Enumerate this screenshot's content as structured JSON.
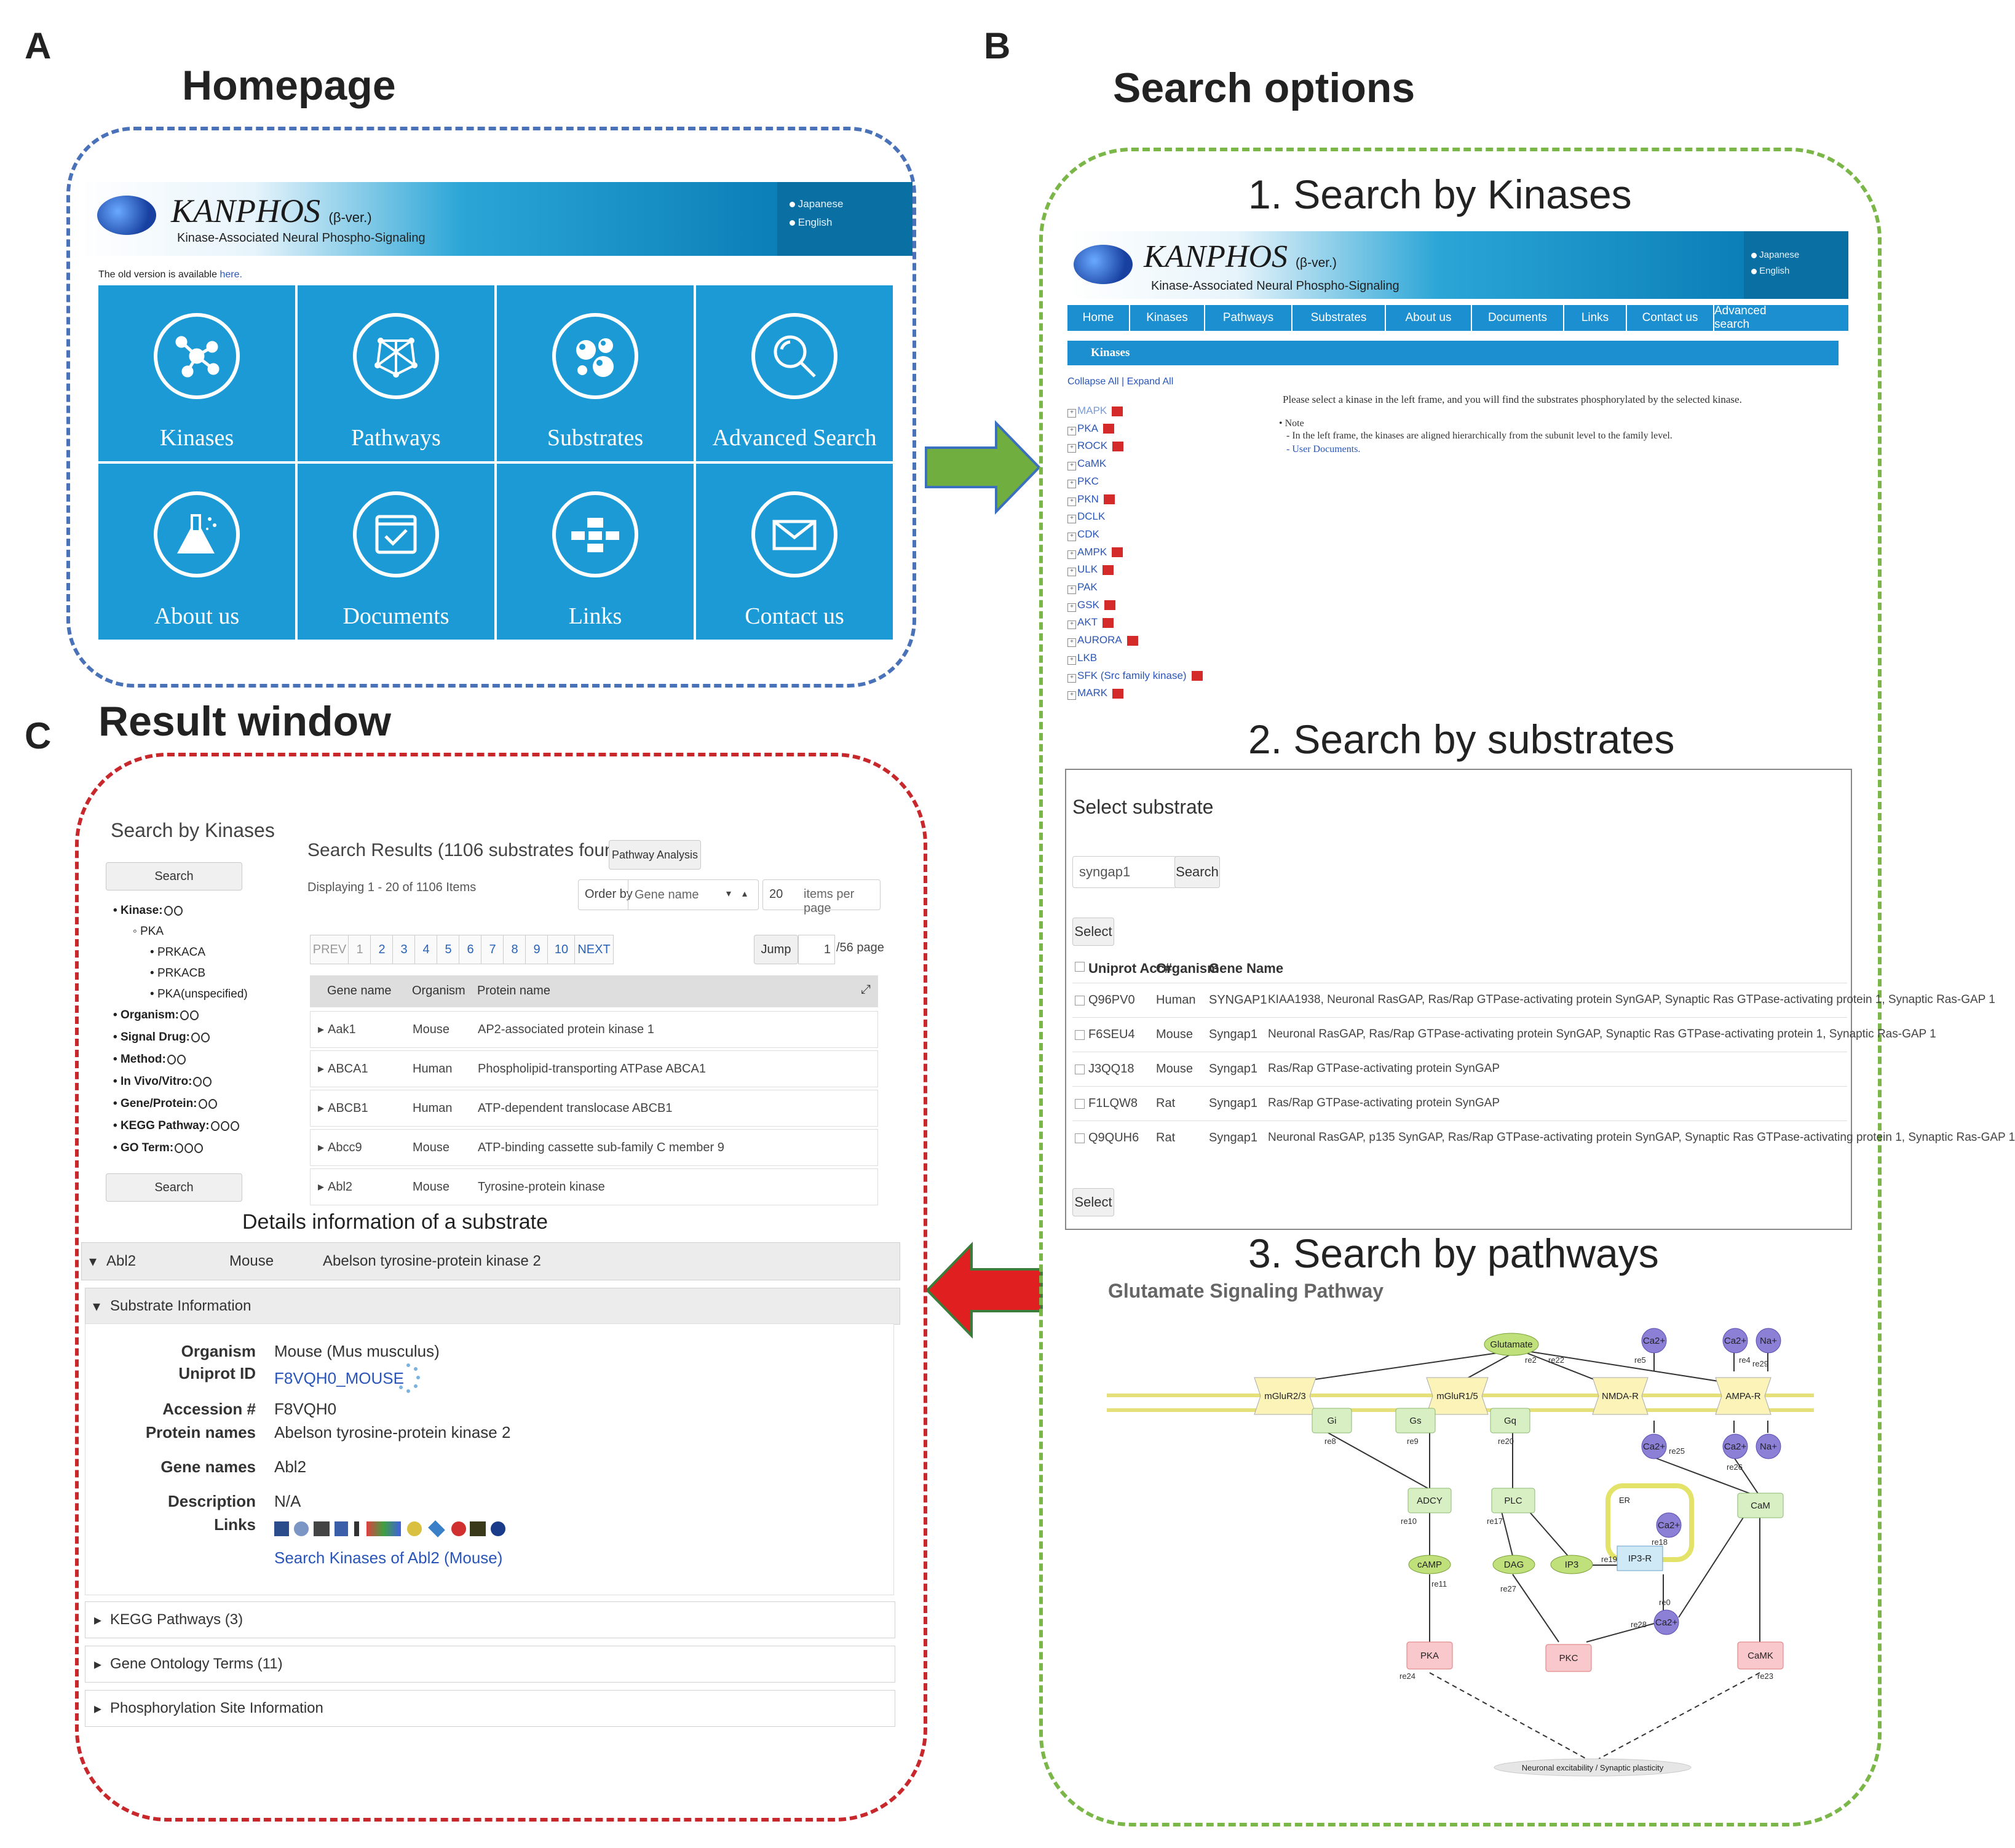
{
  "panels": {
    "a": {
      "letter": "A",
      "title": "Homepage"
    },
    "b": {
      "letter": "B",
      "title": "Search options"
    },
    "c": {
      "letter": "C",
      "title": "Result window"
    }
  },
  "colors": {
    "panel_a_border": "#4a72b8",
    "panel_b_border": "#7ab648",
    "panel_c_border": "#c8282c",
    "arrow_green": "#6fae3f",
    "arrow_red": "#e02020",
    "tile_blue": "#1c9ad6"
  },
  "homepage": {
    "logo": "KANPHOS",
    "version": "(β-ver.)",
    "tagline": "Kinase-Associated Neural Phospho-Signaling",
    "lang_options": [
      "Japanese",
      "English"
    ],
    "old_version_text": "The old version is available",
    "old_version_link": "here.",
    "tiles": [
      {
        "label": "Kinases",
        "icon": "network-icon"
      },
      {
        "label": "Pathways",
        "icon": "pathway-graph-icon"
      },
      {
        "label": "Substrates",
        "icon": "bubbles-icon"
      },
      {
        "label": "Advanced Search",
        "icon": "magnifier-icon"
      },
      {
        "label": "About us",
        "icon": "flask-icon"
      },
      {
        "label": "Documents",
        "icon": "checkbox-document-icon"
      },
      {
        "label": "Links",
        "icon": "links-icon"
      },
      {
        "label": "Contact us",
        "icon": "envelope-icon"
      }
    ]
  },
  "search_kinases": {
    "title": "1. Search by Kinases",
    "logo": "KANPHOS",
    "version": "(β-ver.)",
    "tagline": "Kinase-Associated Neural Phospho-Signaling",
    "lang_options": [
      "Japanese",
      "English"
    ],
    "nav": [
      "Home",
      "Kinases",
      "Pathways",
      "Substrates",
      "About us",
      "Documents",
      "Links",
      "Contact us",
      "Advanced search"
    ],
    "section_header": "Kinases",
    "collapse_all": "Collapse All",
    "expand_all": "Expand All",
    "kinases": [
      "MAPK",
      "PKA",
      "ROCK",
      "CaMK",
      "PKC",
      "PKN",
      "DCLK",
      "CDK",
      "AMPK",
      "ULK",
      "PAK",
      "GSK",
      "AKT",
      "AURORA",
      "LKB",
      "SFK (Src family kinase)",
      "MARK"
    ],
    "instruction": "Please select a kinase in the left frame, and you will find the substrates phosphorylated by the selected kinase.",
    "note_label": "Note",
    "note_line1": "- In the left frame, the kinases are aligned hierarchically from the subunit level to the family level.",
    "note_line2": "- User Documents."
  },
  "search_substrates": {
    "title": "2. Search by substrates",
    "panel_title": "Select substrate",
    "search_value": "syngap1",
    "search_button": "Search",
    "select_button": "Select",
    "columns": [
      "Uniprot Acc#",
      "Organism",
      "Gene Name"
    ],
    "rows": [
      {
        "acc": "Q96PV0",
        "org": "Human",
        "gene": "SYNGAP1",
        "desc": "KIAA1938, Neuronal RasGAP, Ras/Rap GTPase-activating protein SynGAP, Synaptic Ras GTPase-activating protein 1, Synaptic Ras-GAP 1"
      },
      {
        "acc": "F6SEU4",
        "org": "Mouse",
        "gene": "Syngap1",
        "desc": "Neuronal RasGAP, Ras/Rap GTPase-activating protein SynGAP, Synaptic Ras GTPase-activating protein 1, Synaptic Ras-GAP 1"
      },
      {
        "acc": "J3QQ18",
        "org": "Mouse",
        "gene": "Syngap1",
        "desc": "Ras/Rap GTPase-activating protein SynGAP"
      },
      {
        "acc": "F1LQW8",
        "org": "Rat",
        "gene": "Syngap1",
        "desc": "Ras/Rap GTPase-activating protein SynGAP"
      },
      {
        "acc": "Q9QUH6",
        "org": "Rat",
        "gene": "Syngap1",
        "desc": "Neuronal RasGAP, p135 SynGAP, Ras/Rap GTPase-activating protein SynGAP, Synaptic Ras GTPase-activating protein 1, Synaptic Ras-GAP 1"
      }
    ]
  },
  "search_pathways": {
    "title": "3. Search by pathways",
    "diagram_title": "Glutamate Signaling Pathway",
    "nodes": {
      "glutamate": "Glutamate",
      "ca1": "Ca2+",
      "ca2": "Ca2+",
      "na1": "Na+",
      "mglur23": "mGluR2/3",
      "mglur15": "mGluR1/5",
      "nmdar": "NMDA-R",
      "ampar": "AMPA-R",
      "gi": "Gi",
      "gs": "Gs",
      "gq": "Gq",
      "ca3": "Ca2+",
      "ca4": "Ca2+",
      "na2": "Na+",
      "adcy": "ADCY",
      "plc": "PLC",
      "er": "ER",
      "ca5": "Ca2+",
      "ip3r": "IP3-R",
      "cam": "CaM",
      "camp": "cAMP",
      "dag": "DAG",
      "ip3": "IP3",
      "ca6": "Ca2+",
      "pka": "PKA",
      "pkc": "PKC",
      "camk": "CaMK",
      "outcome": "Neuronal excitability / Synaptic plasticity"
    },
    "reaction_labels": {
      "re2": "re2",
      "re22": "re22",
      "re5": "re5",
      "re4": "re4",
      "re29": "re29",
      "re8": "re8",
      "re9": "re9",
      "re20": "re20",
      "re25": "re25",
      "re26": "re26",
      "re10": "re10",
      "re17": "re17",
      "re18": "re18",
      "re11": "re11",
      "re19": "re19",
      "re27": "re27",
      "re0": "re0",
      "re28": "re28",
      "re24": "re24",
      "re23": "re23"
    }
  },
  "result_window": {
    "sidebar_title": "Search by Kinases",
    "search_button": "Search",
    "tree": [
      {
        "label": "Kinase:",
        "dots": 2,
        "level": 0
      },
      {
        "label": "PKA",
        "dots": 0,
        "level": 1
      },
      {
        "label": "PRKACA",
        "dots": 0,
        "level": 2
      },
      {
        "label": "PRKACB",
        "dots": 0,
        "level": 2
      },
      {
        "label": "PKA(unspecified)",
        "dots": 0,
        "level": 2
      },
      {
        "label": "Organism:",
        "dots": 2,
        "level": 0
      },
      {
        "label": "Signal Drug:",
        "dots": 2,
        "level": 0
      },
      {
        "label": "Method:",
        "dots": 2,
        "level": 0
      },
      {
        "label": "In Vivo/Vitro:",
        "dots": 2,
        "level": 0
      },
      {
        "label": "Gene/Protein:",
        "dots": 2,
        "level": 0
      },
      {
        "label": "KEGG Pathway:",
        "dots": 3,
        "level": 0
      },
      {
        "label": "GO Term:",
        "dots": 3,
        "level": 0
      }
    ],
    "results_title": "Search Results (1106 substrates found)",
    "pathway_button": "Pathway Analysis",
    "displaying": "Displaying 1 - 20 of 1106 Items",
    "order_by": "Order by",
    "order_value": "Gene name",
    "per_page_value": "20",
    "per_page_label": "items per page",
    "pager": [
      "PREV",
      "1",
      "2",
      "3",
      "4",
      "5",
      "6",
      "7",
      "8",
      "9",
      "10",
      "NEXT"
    ],
    "jump_button": "Jump",
    "jump_value": "1",
    "jump_suffix": "/56 page",
    "table_headers": [
      "Gene name",
      "Organism",
      "Protein name"
    ],
    "table_rows": [
      {
        "gene": "Aak1",
        "org": "Mouse",
        "protein": "AP2-associated protein kinase 1"
      },
      {
        "gene": "ABCA1",
        "org": "Human",
        "protein": "Phospholipid-transporting ATPase ABCA1"
      },
      {
        "gene": "ABCB1",
        "org": "Human",
        "protein": "ATP-dependent translocase ABCB1"
      },
      {
        "gene": "Abcc9",
        "org": "Mouse",
        "protein": "ATP-binding cassette sub-family C member 9"
      },
      {
        "gene": "Abl2",
        "org": "Mouse",
        "protein": "Tyrosine-protein kinase"
      }
    ],
    "details_caption": "Details information of a substrate",
    "detail_header": {
      "gene": "Abl2",
      "org": "Mouse",
      "protein": "Abelson tyrosine-protein kinase 2"
    },
    "substrate_info_label": "Substrate Information",
    "fields": [
      {
        "label": "Organism",
        "value": "Mouse (Mus musculus)"
      },
      {
        "label": "Uniprot ID",
        "value": "F8VQH0_MOUSE"
      },
      {
        "label": "Accession #",
        "value": "F8VQH0"
      },
      {
        "label": "Protein names",
        "value": "Abelson tyrosine-protein kinase 2"
      },
      {
        "label": "Gene names",
        "value": "Abl2"
      },
      {
        "label": "Description",
        "value": "N/A"
      },
      {
        "label": "Links",
        "value": ""
      }
    ],
    "search_kinases_link": "Search Kinases of Abl2 (Mouse)",
    "sections": [
      "KEGG Pathways (3)",
      "Gene Ontology Terms (11)",
      "Phosphorylation Site Information"
    ]
  }
}
